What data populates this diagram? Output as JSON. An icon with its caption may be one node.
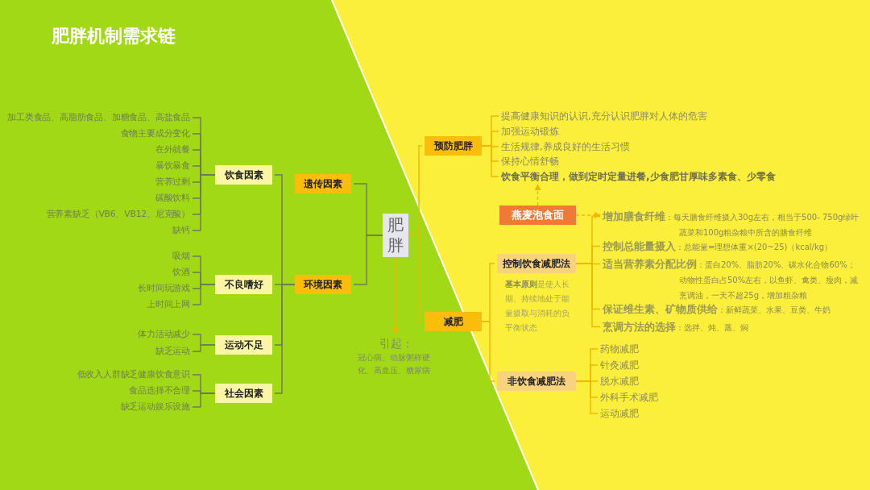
{
  "diagram": {
    "title": "肥胖机制需求链",
    "nodes": [
      {
        "text": [
          "肥胖"
        ]
      },
      {
        "text": [
          "遗传因素"
        ]
      },
      {
        "text": [
          "环境因素"
        ]
      },
      {
        "text": [
          "饮食因素"
        ]
      },
      {
        "text": [
          "加工类食品、高脂肪食品、加糖食品、高盐食品"
        ]
      },
      {
        "text": [
          "食物主要成分变化"
        ]
      },
      {
        "text": [
          "在外就餐"
        ]
      },
      {
        "text": [
          "暴饮暴食"
        ]
      },
      {
        "text": [
          "营养过剩"
        ]
      },
      {
        "text": [
          "碳酸饮料"
        ]
      },
      {
        "text": [
          "营养素缺乏（VB6、VB12、尼克酸）"
        ]
      },
      {
        "text": [
          "缺钙"
        ]
      },
      {
        "text": [
          "不良嗜好"
        ]
      },
      {
        "text": [
          "吸烟"
        ]
      },
      {
        "text": [
          "饮酒"
        ]
      },
      {
        "text": [
          "长时间玩游戏"
        ]
      },
      {
        "text": [
          "上时间上网"
        ]
      },
      {
        "text": [
          "运动不足"
        ]
      },
      {
        "text": [
          "体力活动减少"
        ]
      },
      {
        "text": [
          "缺乏运动"
        ]
      },
      {
        "text": [
          "社会因素"
        ]
      },
      {
        "text": [
          "低收入人群缺乏健康饮食意识"
        ]
      },
      {
        "text": [
          "食品选择不合理"
        ]
      },
      {
        "text": [
          "缺乏运动娱乐设施"
        ]
      },
      {
        "text": [
          "引起：",
          "冠心病、动脉粥样硬化、高血压、糖尿病"
        ]
      },
      {
        "text": [
          "预防肥胖"
        ]
      },
      {
        "text": [
          "提高健康知识的认识,充分认识肥胖对人体的危害"
        ]
      },
      {
        "text": [
          "加强运动锻炼"
        ]
      },
      {
        "text": [
          "生活规律,养成良好的生活习惯"
        ]
      },
      {
        "text": [
          "保持心情舒畅"
        ]
      },
      {
        "text": [
          "饮食平衡合理，做到定时定量进餐,少食肥甘厚味多素食、少零食"
        ]
      },
      {
        "text": [
          "燕麦泡食面"
        ]
      },
      {
        "text": [
          "减肥"
        ]
      },
      {
        "text": [
          "控制饮食减肥法"
        ],
        "beside": [
          "**基本原则**是使人长期、持续地处于能量摄取与消耗的负平衡状态"
        ]
      },
      {
        "text": [
          "**增加膳食纤维**：每天膳食纤维摄入30g左右，相当于500- 750g绿叶蔬菜和100g粗杂粮中所含的膳食纤维"
        ]
      },
      {
        "text": [
          "**控制总能量摄入**：总能量=理想体重×(20~25)（kcal/kg）"
        ]
      },
      {
        "text": [
          "**适当营养素分配比例**：蛋白20%、脂肪20%、碳水化合物60%；动物性蛋白占50%左右，以鱼虾、禽类、瘦肉，减烹调油，一天不超25g，增加粗杂粮"
        ]
      },
      {
        "text": [
          "**保证维生素、矿物质供给**：新鲜蔬菜、水果、豆类、牛奶"
        ]
      },
      {
        "text": [
          "**烹调方法的选择**：选拌、炖、蒸、焖"
        ]
      },
      {
        "text": [
          "非饮食减肥法"
        ]
      },
      {
        "text": [
          "药物减肥"
        ]
      },
      {
        "text": [
          "针灸减肥"
        ]
      },
      {
        "text": [
          "脱水减肥"
        ]
      },
      {
        "text": [
          "外科手术减肥"
        ]
      },
      {
        "text": [
          "运动减肥"
        ]
      }
    ],
    "edges": [
      {
        "from": 0,
        "to": 1,
        "arrow": "none"
      },
      {
        "from": 0,
        "to": 2,
        "arrow": "none"
      },
      {
        "from": 2,
        "to": 3,
        "arrow": "none"
      },
      {
        "from": 2,
        "to": 12,
        "arrow": "none"
      },
      {
        "from": 2,
        "to": 17,
        "arrow": "none"
      },
      {
        "from": 2,
        "to": 20,
        "arrow": "none"
      },
      {
        "from": 3,
        "to": 4,
        "arrow": "none"
      },
      {
        "from": 3,
        "to": 5,
        "arrow": "none"
      },
      {
        "from": 3,
        "to": 6,
        "arrow": "none"
      },
      {
        "from": 3,
        "to": 7,
        "arrow": "none"
      },
      {
        "from": 3,
        "to": 8,
        "arrow": "none"
      },
      {
        "from": 3,
        "to": 9,
        "arrow": "none"
      },
      {
        "from": 3,
        "to": 10,
        "arrow": "none"
      },
      {
        "from": 3,
        "to": 11,
        "arrow": "none"
      },
      {
        "from": 12,
        "to": 13,
        "arrow": "none"
      },
      {
        "from": 12,
        "to": 14,
        "arrow": "none"
      },
      {
        "from": 12,
        "to": 15,
        "arrow": "none"
      },
      {
        "from": 12,
        "to": 16,
        "arrow": "none"
      },
      {
        "from": 17,
        "to": 18,
        "arrow": "none"
      },
      {
        "from": 17,
        "to": 19,
        "arrow": "none"
      },
      {
        "from": 20,
        "to": 21,
        "arrow": "none"
      },
      {
        "from": 20,
        "to": 22,
        "arrow": "none"
      },
      {
        "from": 20,
        "to": 23,
        "arrow": "none"
      },
      {
        "from": 0,
        "to": 24,
        "arrow": "to",
        "color": "#f2b600"
      },
      {
        "from": 0,
        "to": 25,
        "arrow": "none",
        "color": "#f2b600"
      },
      {
        "from": 0,
        "to": 32,
        "arrow": "none",
        "color": "#f2b600"
      },
      {
        "from": 25,
        "to": 26,
        "arrow": "none",
        "color": "#f2b600"
      },
      {
        "from": 25,
        "to": 27,
        "arrow": "none",
        "color": "#f2b600"
      },
      {
        "from": 25,
        "to": 28,
        "arrow": "none",
        "color": "#f2b600"
      },
      {
        "from": 25,
        "to": 29,
        "arrow": "none",
        "color": "#f2b600"
      },
      {
        "from": 25,
        "to": 30,
        "arrow": "none",
        "color": "#f2b600"
      },
      {
        "from": 31,
        "to": 30,
        "arrow": "to",
        "style": "dashed",
        "color": "#f2b600"
      },
      {
        "from": 31,
        "to": 34,
        "arrow": "to",
        "style": "dashed",
        "color": "#f2b600"
      },
      {
        "from": 32,
        "to": 33,
        "arrow": "none",
        "color": "#f2b600"
      },
      {
        "from": 32,
        "to": 39,
        "arrow": "none",
        "color": "#f2b600"
      },
      {
        "from": 33,
        "to": 34,
        "arrow": "none",
        "color": "#f2b600"
      },
      {
        "from": 33,
        "to": 35,
        "arrow": "none",
        "color": "#f2b600"
      },
      {
        "from": 33,
        "to": 36,
        "arrow": "none",
        "color": "#f2b600"
      },
      {
        "from": 33,
        "to": 37,
        "arrow": "none",
        "color": "#f2b600"
      },
      {
        "from": 33,
        "to": 38,
        "arrow": "none",
        "color": "#f2b600"
      },
      {
        "from": 39,
        "to": 40,
        "arrow": "none",
        "color": "#f2b600"
      },
      {
        "from": 39,
        "to": 41,
        "arrow": "none",
        "color": "#f2b600"
      },
      {
        "from": 39,
        "to": 42,
        "arrow": "none",
        "color": "#f2b600"
      },
      {
        "from": 39,
        "to": 43,
        "arrow": "none",
        "color": "#f2b600"
      },
      {
        "from": 39,
        "to": 44,
        "arrow": "none",
        "color": "#f2b600"
      }
    ]
  }
}
